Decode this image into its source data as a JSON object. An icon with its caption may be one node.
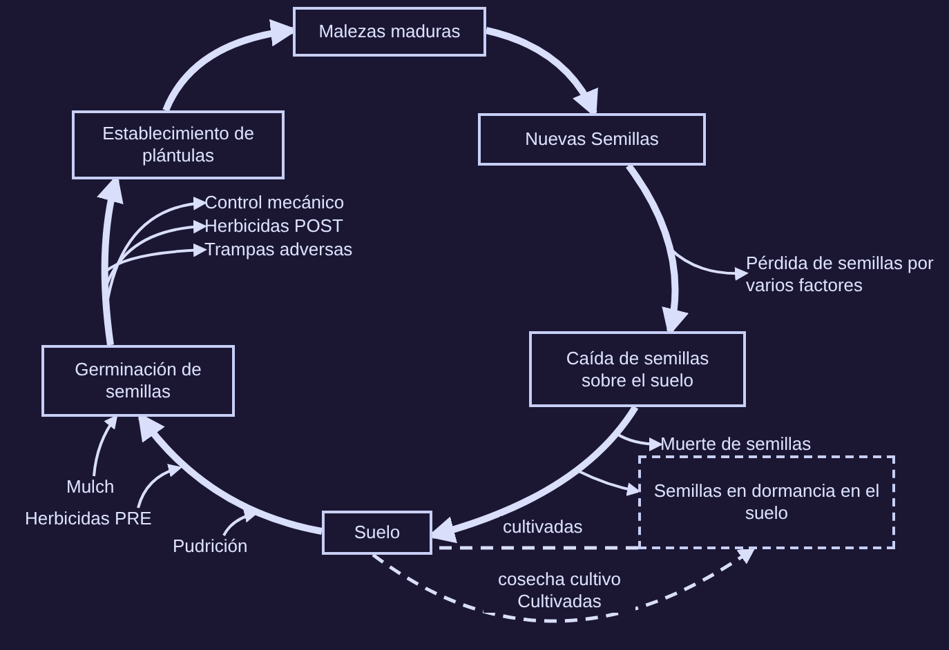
{
  "diagram": {
    "nodes": [
      {
        "text": [
          "Malezas maduras"
        ]
      },
      {
        "text": [
          "Nuevas Semillas"
        ]
      },
      {
        "text": [
          "Caída de semillas sobre el suelo"
        ]
      },
      {
        "text": [
          "Semillas en dormancia en el suelo"
        ]
      },
      {
        "text": [
          "Suelo"
        ]
      },
      {
        "text": [
          "Germinación de semillas"
        ]
      },
      {
        "text": [
          "Establecimiento de plántulas"
        ]
      },
      {
        "text": [
          "Control mecánico"
        ]
      },
      {
        "text": [
          "Herbicidas POST"
        ]
      },
      {
        "text": [
          "Trampas adversas"
        ]
      },
      {
        "text": [
          "Pérdida de semillas por varios factores"
        ]
      },
      {
        "text": [
          "Muerte de semillas"
        ]
      },
      {
        "text": [
          "Mulch"
        ]
      },
      {
        "text": [
          "Herbicidas PRE"
        ]
      },
      {
        "text": [
          "Pudrición"
        ]
      }
    ],
    "edges": [
      {
        "from": 6,
        "to": 0,
        "arrow": "to",
        "style": "thick"
      },
      {
        "from": 0,
        "to": 1,
        "arrow": "to",
        "style": "thick"
      },
      {
        "from": 1,
        "to": 2,
        "arrow": "to",
        "style": "thick"
      },
      {
        "from": 2,
        "to": 4,
        "arrow": "to",
        "style": "thick",
        "label": "cultivadas"
      },
      {
        "from": null,
        "to": 3,
        "arrow": "to"
      },
      {
        "from": 3,
        "to": 4,
        "arrow": "none",
        "style": "dashed"
      },
      {
        "from": 4,
        "to": 3,
        "arrow": "to",
        "style": "dashed",
        "label": "cosecha cultivo Cultivadas"
      },
      {
        "from": 4,
        "to": 5,
        "arrow": "to",
        "style": "thick"
      },
      {
        "from": 5,
        "to": 6,
        "arrow": "to",
        "style": "thick"
      },
      {
        "from": null,
        "to": 7,
        "arrow": "to"
      },
      {
        "from": null,
        "to": 8,
        "arrow": "to"
      },
      {
        "from": null,
        "to": 9,
        "arrow": "to"
      },
      {
        "from": null,
        "to": 10,
        "arrow": "to"
      },
      {
        "from": null,
        "to": 11,
        "arrow": "to"
      },
      {
        "from": 12,
        "to": 5,
        "arrow": "to"
      },
      {
        "from": 13,
        "to": null,
        "arrow": "to"
      },
      {
        "from": 14,
        "to": null,
        "arrow": "to"
      }
    ]
  }
}
